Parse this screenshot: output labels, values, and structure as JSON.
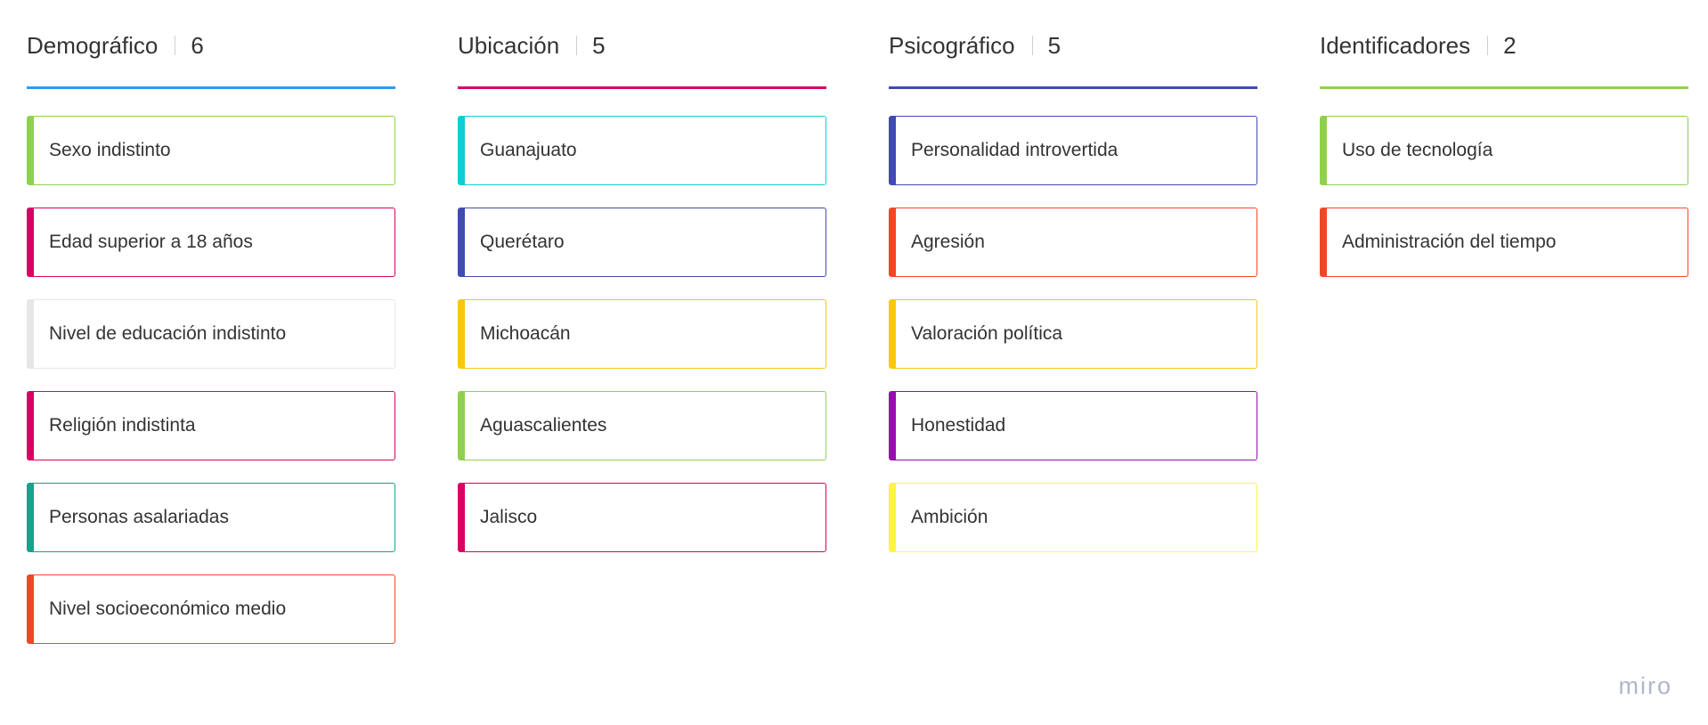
{
  "columns": [
    {
      "title": "Demográfico",
      "count": "6",
      "color": "#2d9bf0",
      "cards": [
        {
          "label": "Sexo indistinto",
          "color": "#8fd14f"
        },
        {
          "label": "Edad superior a 18 años",
          "color": "#da0063"
        },
        {
          "label": "Nivel de educación indistinto",
          "color": "#e6e6e6"
        },
        {
          "label": "Religión indistinta",
          "color": "#da0063"
        },
        {
          "label": "Personas asalariadas",
          "color": "#12a48c"
        },
        {
          "label": "Nivel socioeconómico medio",
          "color": "#f24726"
        }
      ]
    },
    {
      "title": "Ubicación",
      "count": "5",
      "color": "#da0063",
      "cards": [
        {
          "label": "Guanajuato",
          "color": "#12cdd4"
        },
        {
          "label": "Querétaro",
          "color": "#414bb2"
        },
        {
          "label": "Michoacán",
          "color": "#fac710"
        },
        {
          "label": "Aguascalientes",
          "color": "#8fd14f"
        },
        {
          "label": "Jalisco",
          "color": "#da0063"
        }
      ]
    },
    {
      "title": "Psicográfico",
      "count": "5",
      "color": "#414bb2",
      "cards": [
        {
          "label": "Personalidad introvertida",
          "color": "#414bb2"
        },
        {
          "label": "Agresión",
          "color": "#f24726"
        },
        {
          "label": "Valoración política",
          "color": "#fac710"
        },
        {
          "label": "Honestidad",
          "color": "#9510ac"
        },
        {
          "label": "Ambición",
          "color": "#fef445"
        }
      ]
    },
    {
      "title": "Identificadores",
      "count": "2",
      "color": "#8fd14f",
      "cards": [
        {
          "label": "Uso de tecnología",
          "color": "#8fd14f"
        },
        {
          "label": "Administración del tiempo",
          "color": "#f24726"
        }
      ]
    }
  ],
  "watermark": "miro"
}
